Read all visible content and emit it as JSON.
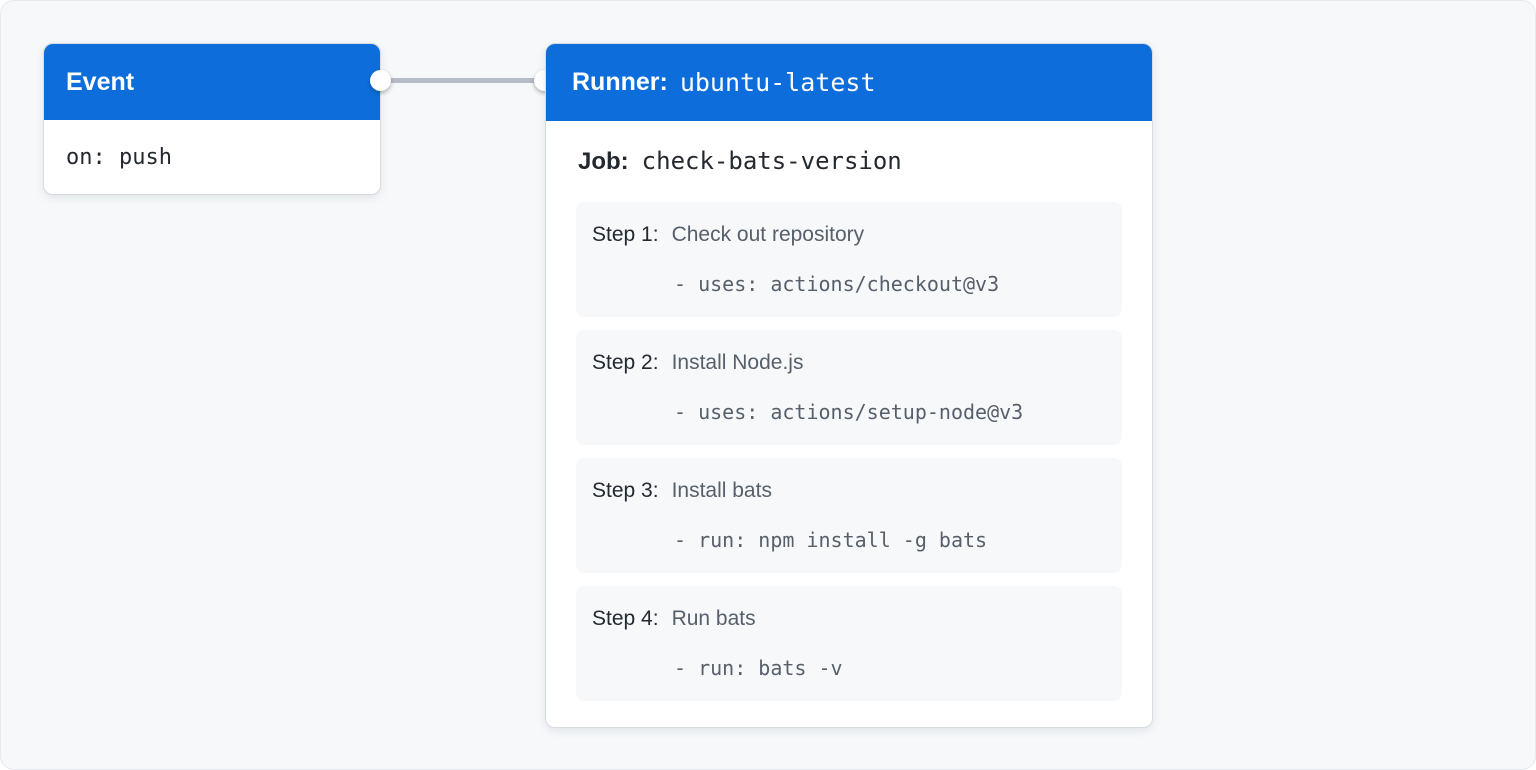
{
  "colors": {
    "accent_blue": "#0d6edb",
    "page_background": "#f6f8fa",
    "card_background": "#ffffff",
    "step_background": "#f6f8fa",
    "text_dark": "#24292f",
    "text_muted": "#57606a",
    "connector_gray": "#b6bdc7"
  },
  "event_card": {
    "title": "Event",
    "code": "on: push"
  },
  "runner_card": {
    "title_label": "Runner:",
    "title_code": "ubuntu-latest",
    "job_label": "Job:",
    "job_code": "check-bats-version",
    "steps": [
      {
        "label": "Step 1:",
        "title": "Check out repository",
        "code": "- uses: actions/checkout@v3"
      },
      {
        "label": "Step 2:",
        "title": "Install Node.js",
        "code": "- uses: actions/setup-node@v3"
      },
      {
        "label": "Step 3:",
        "title": "Install bats",
        "code": "- run: npm install -g bats"
      },
      {
        "label": "Step 4:",
        "title": "Run bats",
        "code": "- run: bats -v"
      }
    ]
  }
}
